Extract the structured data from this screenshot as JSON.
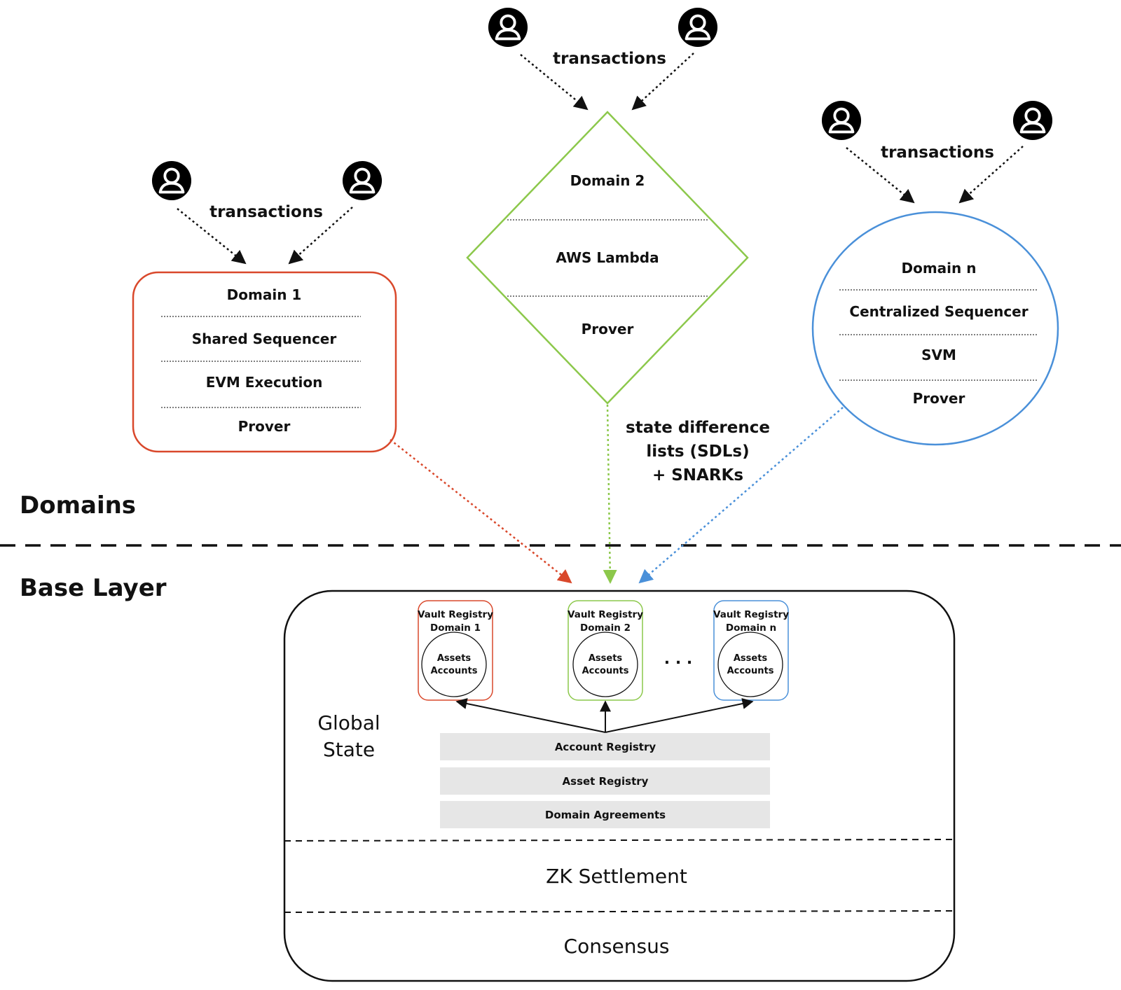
{
  "sections": {
    "domains": "Domains",
    "base_layer": "Base Layer"
  },
  "domain1": {
    "transactions": "transactions",
    "rows": [
      "Domain 1",
      "Shared Sequencer",
      "EVM Execution",
      "Prover"
    ],
    "color": "#d9482b"
  },
  "domain2": {
    "transactions": "transactions",
    "rows": [
      "Domain 2",
      "AWS Lambda",
      "Prover"
    ],
    "color": "#8cc84b"
  },
  "domainN": {
    "transactions": "transactions",
    "rows": [
      "Domain n",
      "Centralized Sequencer",
      "SVM",
      "Prover"
    ],
    "color": "#4a90d9"
  },
  "sdl_label": [
    "state difference",
    "lists (SDLs)",
    "+ SNARKs"
  ],
  "base": {
    "global_state": [
      "Global",
      "State"
    ],
    "vaults": [
      {
        "title": [
          "Vault Registry",
          "Domain 1"
        ],
        "inner": [
          "Assets",
          "Accounts"
        ],
        "color": "#d9482b"
      },
      {
        "title": [
          "Vault Registry",
          "Domain 2"
        ],
        "inner": [
          "Assets",
          "Accounts"
        ],
        "color": "#8cc84b"
      },
      {
        "title": [
          "Vault Registry",
          "Domain n"
        ],
        "inner": [
          "Assets",
          "Accounts"
        ],
        "color": "#4a90d9"
      }
    ],
    "ellipsis": ". . .",
    "registries": [
      "Account Registry",
      "Asset Registry",
      "Domain Agreements"
    ],
    "zk_settlement": "ZK Settlement",
    "consensus": "Consensus"
  }
}
